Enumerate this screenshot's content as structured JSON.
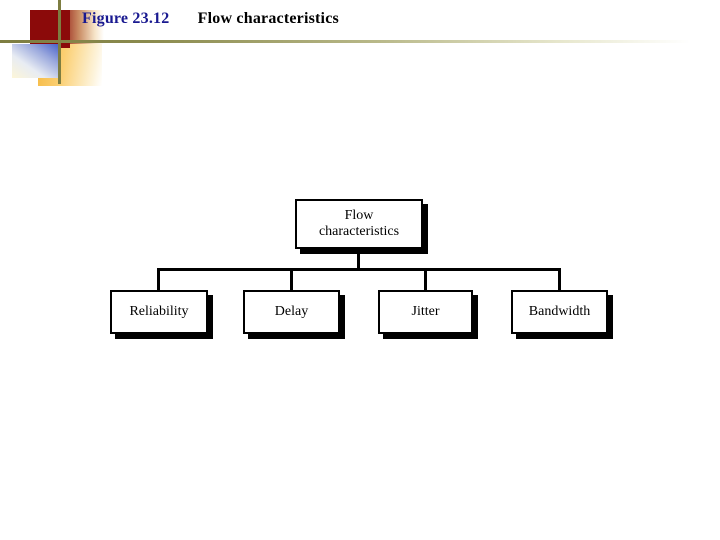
{
  "slide": {
    "title": {
      "figure_number": "Figure 23.12",
      "caption": "Flow characteristics"
    },
    "colors": {
      "figure_number_color": "#191990",
      "caption_color": "#000000",
      "rule_color": "#7d7d41",
      "deco_red": "#8b0a0a",
      "deco_orange": "#f5b942",
      "deco_blue": "#4b63c9",
      "node_border": "#000000",
      "node_fill": "#ffffff",
      "node_shadow": "#000000"
    },
    "decoration": {
      "red_square": "red-square",
      "orange_square": "orange-gradient-square",
      "blue_square": "blue-gradient-square",
      "vertical_rule": "vertical-rule",
      "horizontal_rule": "horizontal-rule"
    }
  },
  "diagram": {
    "type": "tree",
    "root": {
      "label_line1": "Flow",
      "label_line2": "characteristics"
    },
    "children": [
      {
        "label": "Reliability"
      },
      {
        "label": "Delay"
      },
      {
        "label": "Jitter"
      },
      {
        "label": "Bandwidth"
      }
    ]
  }
}
